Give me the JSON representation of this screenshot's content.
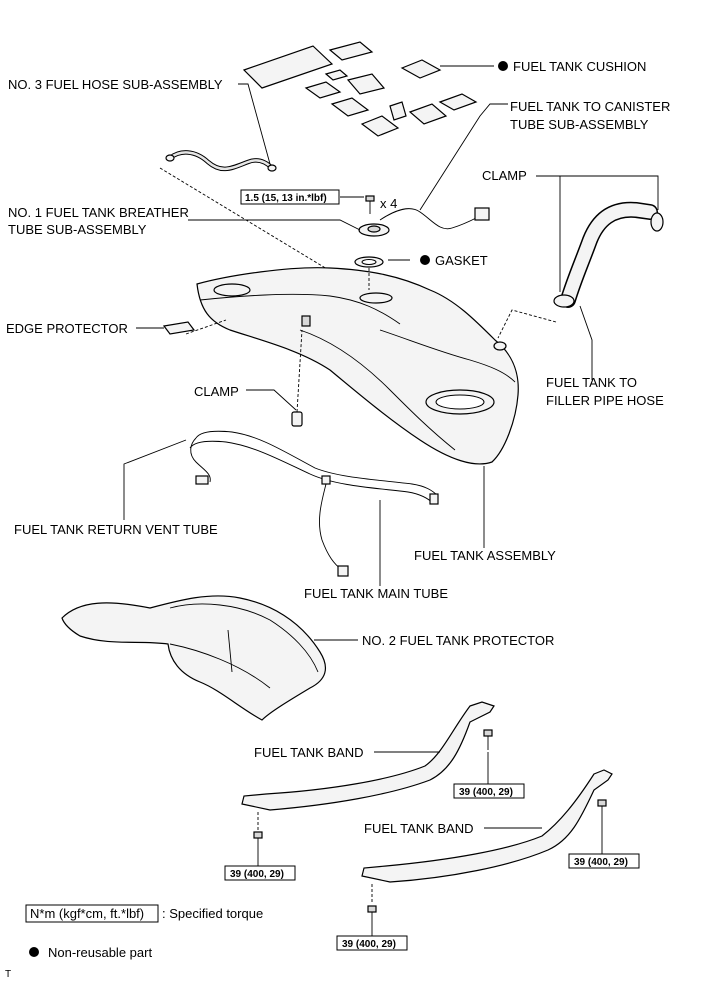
{
  "labels": {
    "no3_hose": "NO. 3 FUEL HOSE SUB-ASSEMBLY",
    "cushion": "FUEL TANK CUSHION",
    "canister_1": "FUEL TANK TO CANISTER",
    "canister_2": "TUBE SUB-ASSEMBLY",
    "clamp_top": "CLAMP",
    "torque_breather": "1.5 (15, 13 in.*lbf)",
    "times4": "x 4",
    "breather_1": "NO. 1 FUEL TANK BREATHER",
    "breather_2": "TUBE SUB-ASSEMBLY",
    "gasket": "GASKET",
    "edge_protector": "EDGE PROTECTOR",
    "clamp_mid": "CLAMP",
    "filler_1": "FUEL TANK TO",
    "filler_2": "FILLER PIPE HOSE",
    "return_vent": "FUEL TANK RETURN VENT TUBE",
    "tank_assembly": "FUEL TANK ASSEMBLY",
    "main_tube": "FUEL TANK MAIN TUBE",
    "protector": "NO. 2 FUEL TANK PROTECTOR",
    "band_1": "FUEL TANK BAND",
    "torque_band_1": "39 (400, 29)",
    "torque_band_2": "39 (400, 29)",
    "band_2": "FUEL TANK BAND",
    "torque_band_3": "39 (400, 29)",
    "torque_band_4": "39 (400, 29)"
  },
  "legend": {
    "torque_unit": "N*m (kgf*cm, ft.*lbf)",
    "torque_desc": ": Specified torque",
    "nonreusable_desc": "Non-reusable part"
  },
  "corner_mark": "T"
}
